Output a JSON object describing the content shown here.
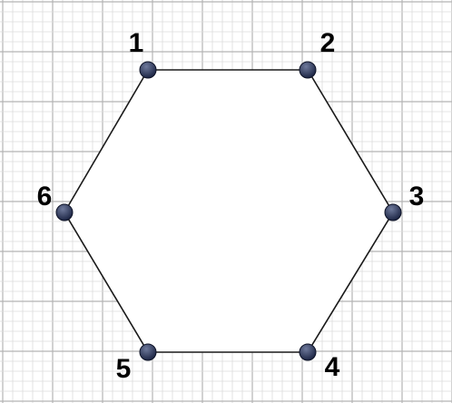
{
  "figure": {
    "shape": "hexagon",
    "vertices": [
      {
        "label": "1"
      },
      {
        "label": "2"
      },
      {
        "label": "3"
      },
      {
        "label": "4"
      },
      {
        "label": "5"
      },
      {
        "label": "6"
      }
    ]
  },
  "colors": {
    "background": "#ffffff",
    "grid_minor": "#dcdcdc",
    "grid_major": "#b4b4b4",
    "edge": "#1a1a1a",
    "vertex_fill": "#1c2544",
    "vertex_highlight": "#6f7a9c",
    "label": "#000000"
  }
}
